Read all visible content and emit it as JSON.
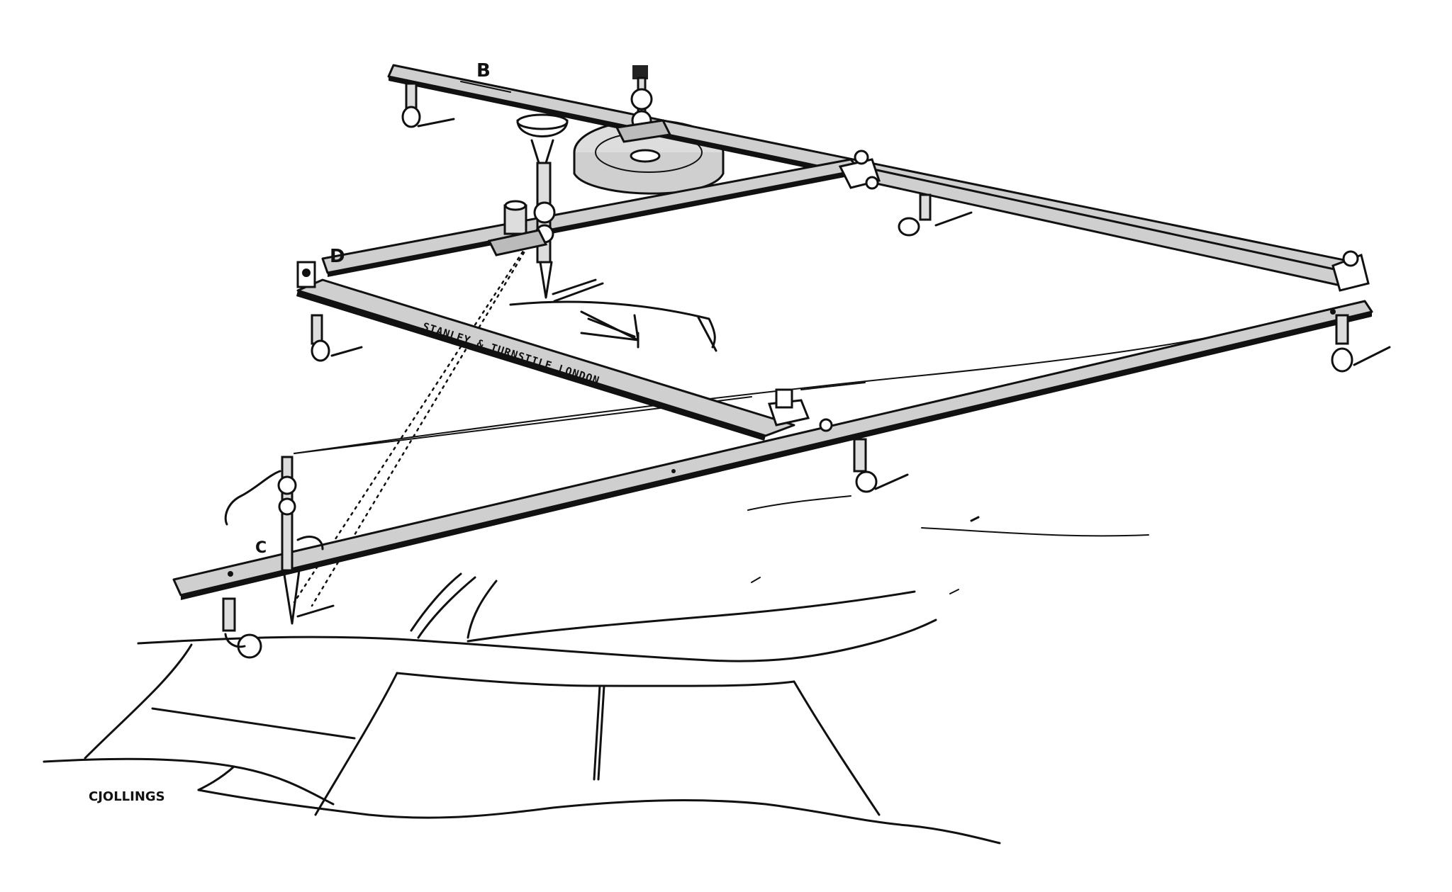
{
  "labels": {
    "b": "B",
    "d": "D",
    "c": "C"
  },
  "engraving": "STANLEY & TURNSTILE LONDON",
  "signature": "CJOLLINGS",
  "colors": {
    "ink": "#111111",
    "bar_fill": "#cfcfcf",
    "paper": "#ffffff"
  }
}
